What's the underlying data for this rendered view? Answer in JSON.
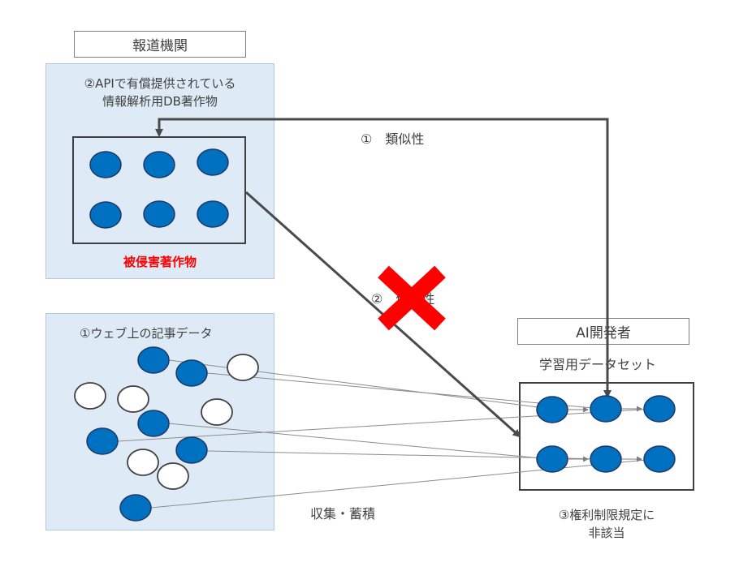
{
  "media_org": {
    "title": "報道機関",
    "db_caption_line1": "②APIで有償提供されている",
    "db_caption_line2": "情報解析用DB著作物",
    "infringed_label": "被侵害著作物"
  },
  "web_articles": {
    "caption": "①ウェブ上の記事データ"
  },
  "ai_developer": {
    "title": "AI開発者",
    "dataset_label": "学習用データセット",
    "exception_line1": "③権利制限規定に",
    "exception_line2": "非該当"
  },
  "arrows": {
    "similarity": "①　類似性",
    "dependency": "②　依拠性",
    "collect": "収集・蓄積"
  },
  "colors": {
    "filled_circle": "#0070c0",
    "panel_bg": "#deebf7",
    "cross": "#ff0000",
    "infringed_text": "#ff0000"
  }
}
